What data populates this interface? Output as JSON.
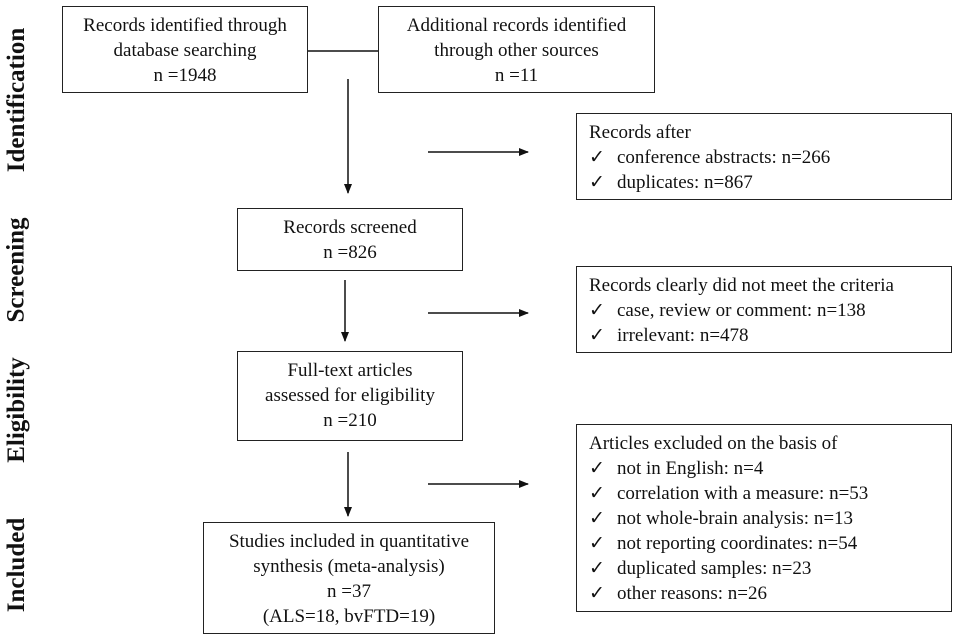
{
  "stages": {
    "identification": "Identification",
    "screening": "Screening",
    "eligibility": "Eligibility",
    "included": "Included"
  },
  "boxes": {
    "database": {
      "lines": [
        "Records identified through",
        "database searching",
        "n =1948"
      ]
    },
    "other_sources": {
      "lines": [
        "Additional records identified",
        "through other sources",
        "n =11"
      ]
    },
    "records_after": {
      "title": "Records after",
      "items": [
        "conference abstracts: n=266",
        "duplicates: n=867"
      ]
    },
    "screened": {
      "lines": [
        "Records screened",
        "n =826"
      ]
    },
    "criteria": {
      "title": "Records clearly did not meet the criteria",
      "items": [
        "case, review or comment: n=138",
        "irrelevant: n=478"
      ]
    },
    "fulltext": {
      "lines": [
        "Full-text articles",
        "assessed for eligibility",
        "n =210"
      ]
    },
    "excluded": {
      "title": "Articles excluded on the basis of",
      "items": [
        "not in English: n=4",
        "correlation with a measure: n=53",
        "not whole-brain analysis: n=13",
        "not reporting coordinates: n=54",
        "duplicated samples: n=23",
        "other reasons: n=26"
      ]
    },
    "included": {
      "lines": [
        "Studies included in quantitative",
        "synthesis (meta-analysis)",
        "n =37",
        "(ALS=18, bvFTD=19)"
      ]
    }
  },
  "check_glyph": "✓"
}
